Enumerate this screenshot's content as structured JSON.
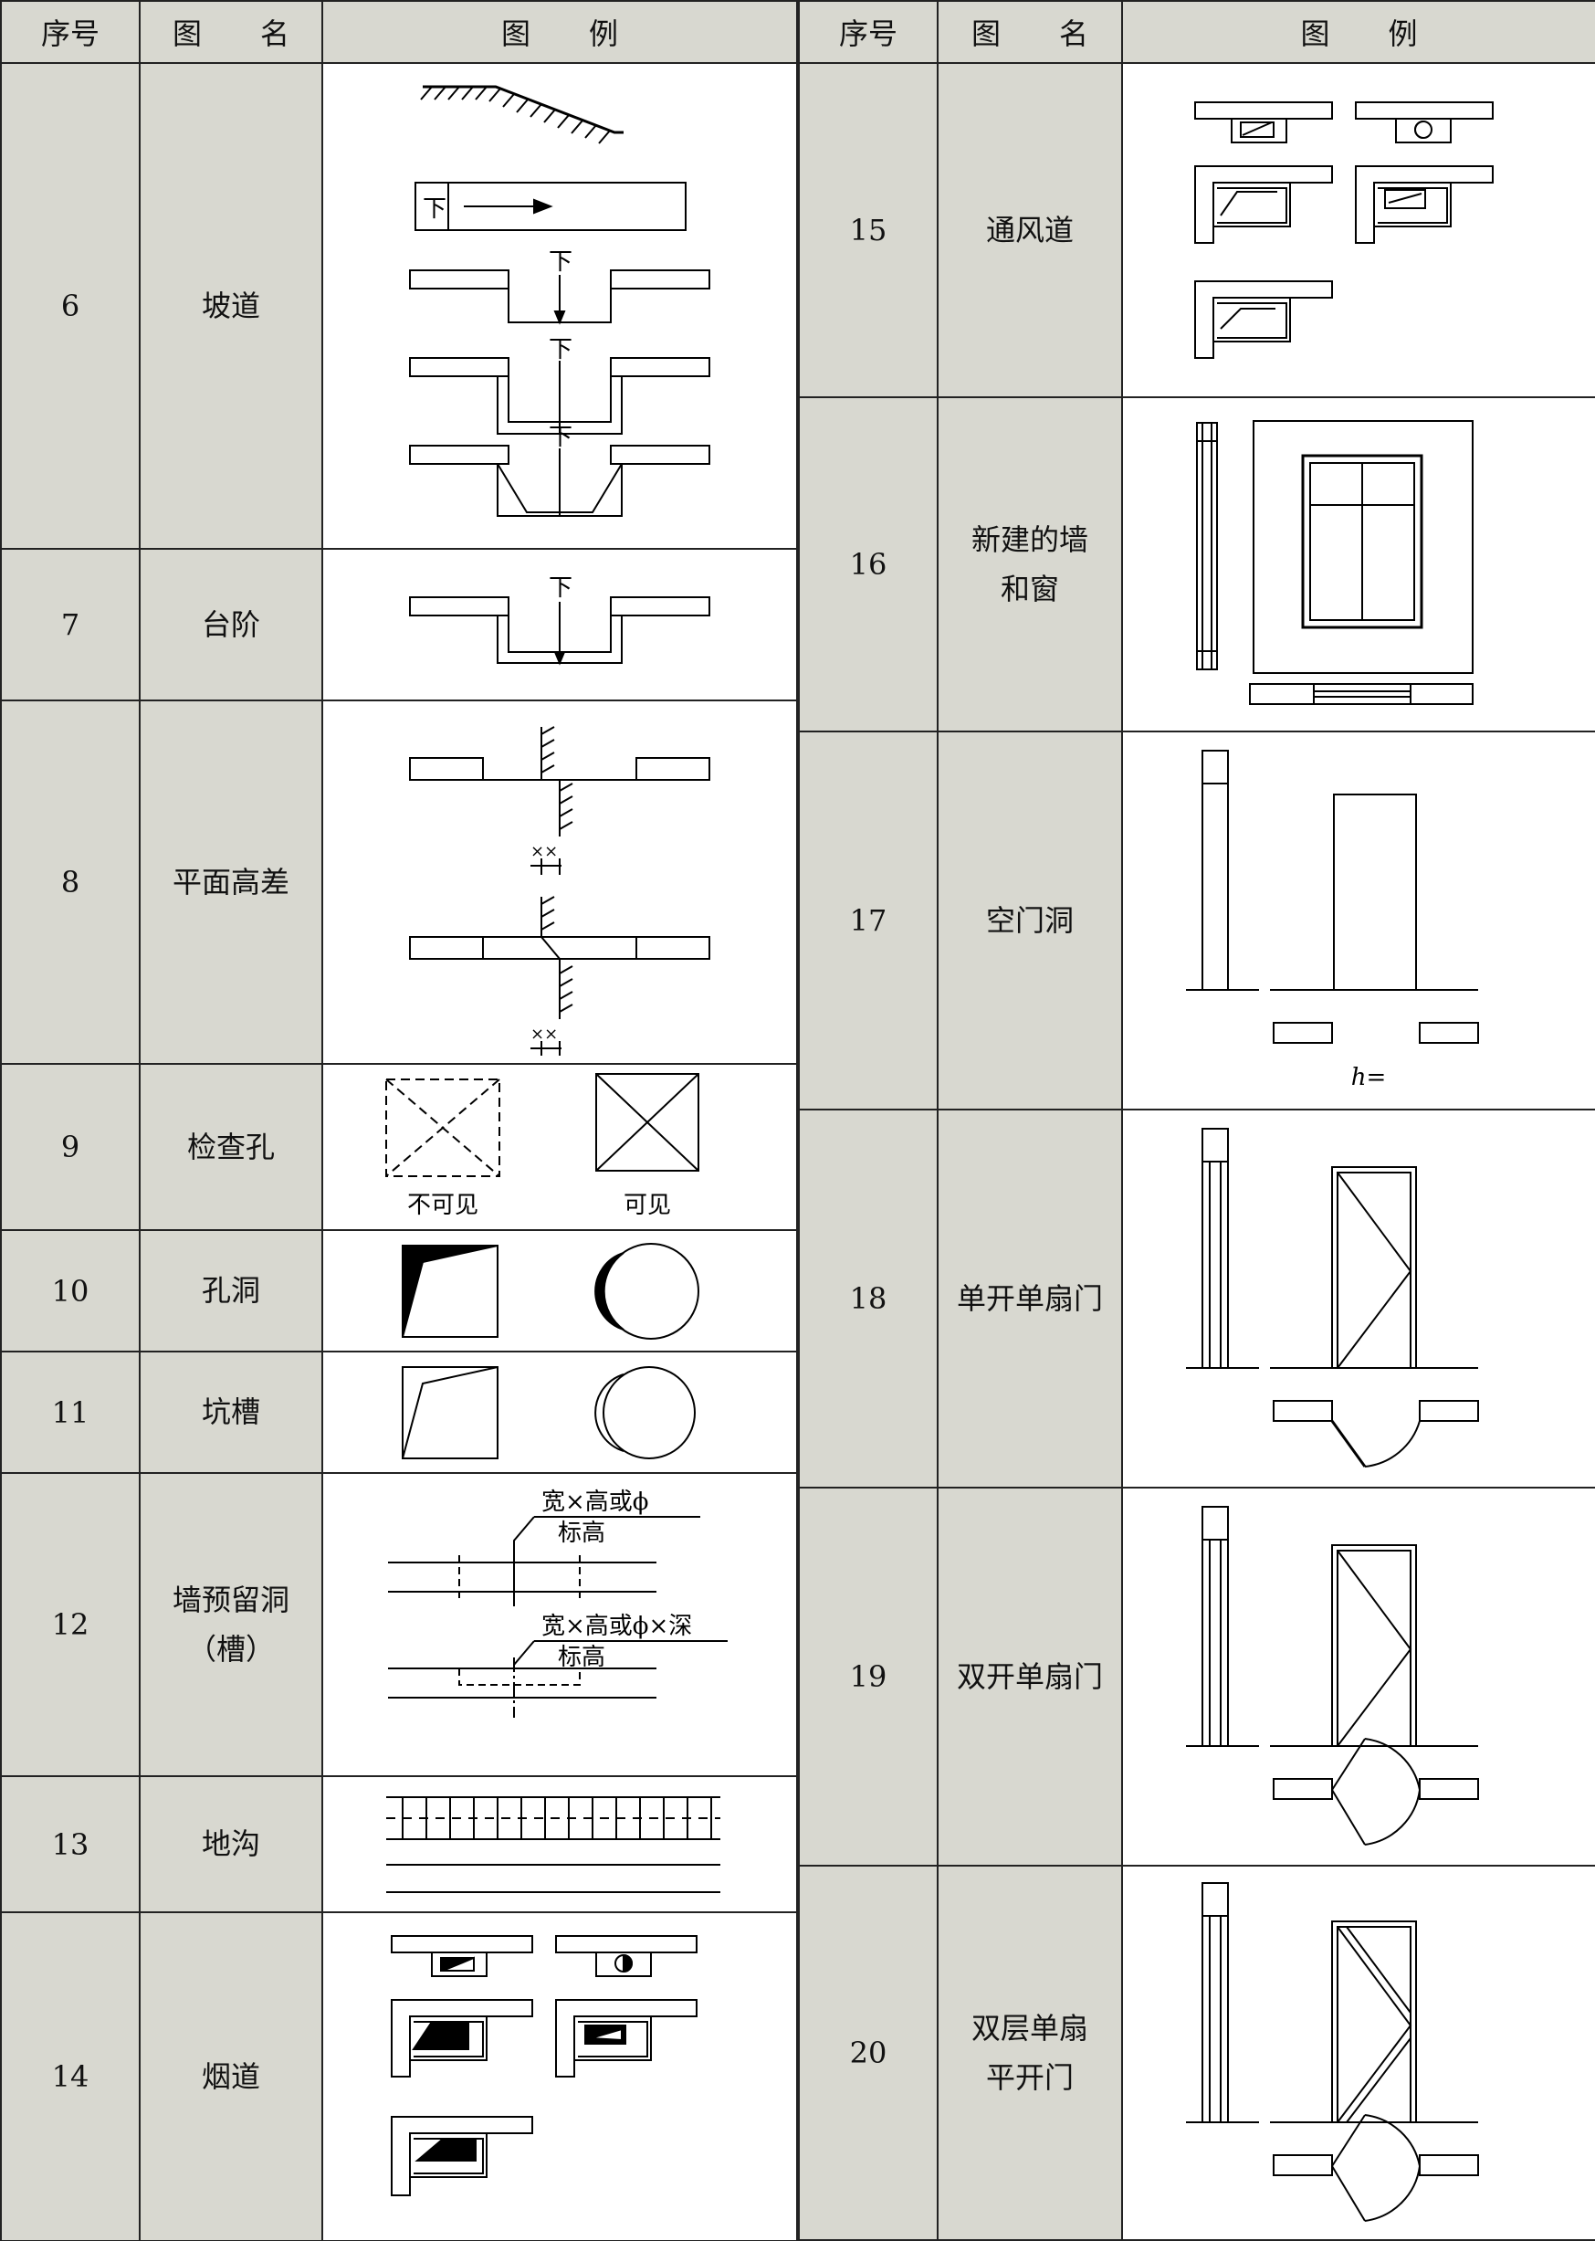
{
  "headers": {
    "no": "序号",
    "name": "图　　名",
    "legend": "图　　例"
  },
  "left": [
    {
      "no": "6",
      "name": "坡道",
      "labels": [
        "下",
        "下",
        "下",
        "下"
      ]
    },
    {
      "no": "7",
      "name": "台阶",
      "labels": [
        "下"
      ]
    },
    {
      "no": "8",
      "name": "平面高差",
      "labels": [
        "××",
        "××"
      ]
    },
    {
      "no": "9",
      "name": "检查孔",
      "labels": [
        "不可见",
        "可见"
      ]
    },
    {
      "no": "10",
      "name": "孔洞",
      "labels": []
    },
    {
      "no": "11",
      "name": "坑槽",
      "labels": []
    },
    {
      "no": "12",
      "name": "墙预留洞（槽）",
      "labels": [
        "宽×高或ϕ",
        "标高",
        "宽×高或ϕ×深",
        "标高"
      ]
    },
    {
      "no": "13",
      "name": "地沟",
      "labels": []
    },
    {
      "no": "14",
      "name": "烟道",
      "labels": []
    }
  ],
  "right": [
    {
      "no": "15",
      "name": "通风道",
      "labels": []
    },
    {
      "no": "16",
      "name": "新建的墙和窗",
      "labels": []
    },
    {
      "no": "17",
      "name": "空门洞",
      "labels": [
        "h="
      ]
    },
    {
      "no": "18",
      "name": "单开单扇门",
      "labels": []
    },
    {
      "no": "19",
      "name": "双开单扇门",
      "labels": []
    },
    {
      "no": "20",
      "name": "双层单扇平开门",
      "labels": []
    }
  ]
}
